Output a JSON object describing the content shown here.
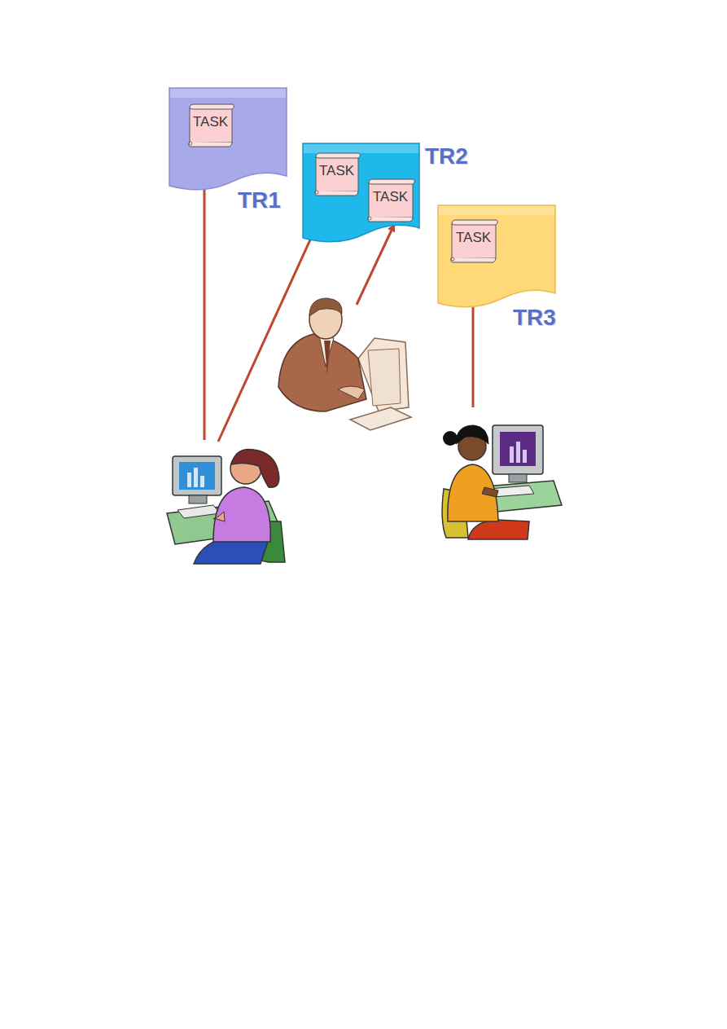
{
  "diagram": {
    "nodes": [
      {
        "text": [
          "TR1"
        ]
      },
      {
        "text": [
          "TASK"
        ],
        "in": 0
      },
      {
        "text": [
          "TR2"
        ]
      },
      {
        "text": [
          "TASK"
        ],
        "in": 2
      },
      {
        "text": [
          "TASK"
        ],
        "in": 2
      },
      {
        "text": [
          "TR3"
        ]
      },
      {
        "text": [
          "TASK"
        ],
        "in": 5
      }
    ]
  }
}
